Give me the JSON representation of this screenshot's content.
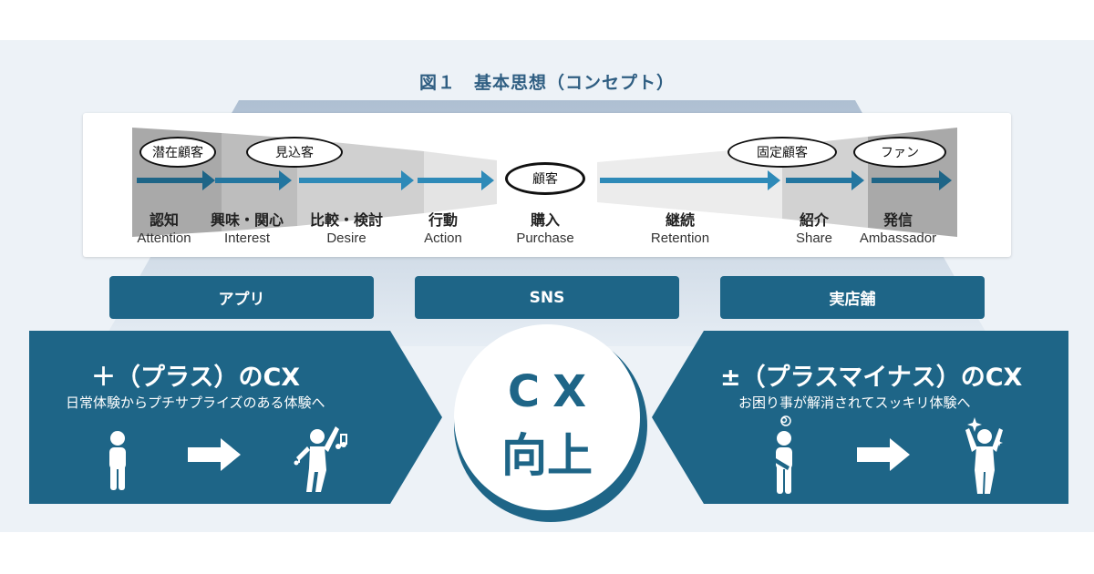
{
  "title": "図１　基本思想（コンセプト）",
  "stages": [
    {
      "jp": "認知",
      "en": "Attention"
    },
    {
      "jp": "興味・関心",
      "en": "Interest"
    },
    {
      "jp": "比較・検討",
      "en": "Desire"
    },
    {
      "jp": "行動",
      "en": "Action"
    },
    {
      "jp": "購入",
      "en": "Purchase"
    },
    {
      "jp": "継続",
      "en": "Retention"
    },
    {
      "jp": "紹介",
      "en": "Share"
    },
    {
      "jp": "発信",
      "en": "Ambassador"
    }
  ],
  "customer_labels": {
    "potential": "潜在顧客",
    "prospect": "見込客",
    "customer": "顧客",
    "loyal": "固定顧客",
    "fan": "ファン"
  },
  "channels": [
    "アプリ",
    "SNS",
    "実店舗"
  ],
  "left_panel": {
    "heading": "＋（プラス）のCX",
    "sub": "日常体験からプチサプライズのある体験へ"
  },
  "right_panel": {
    "heading": "±（プラスマイナス）のCX",
    "sub": "お困り事が解消されてスッキリ体験へ"
  },
  "center": {
    "line1": "CX",
    "line2": "向上"
  },
  "colors": {
    "brand": "#1e6587",
    "bg": "#edf2f7",
    "title": "#2f5e82",
    "arrow": "#2e8ab8"
  }
}
